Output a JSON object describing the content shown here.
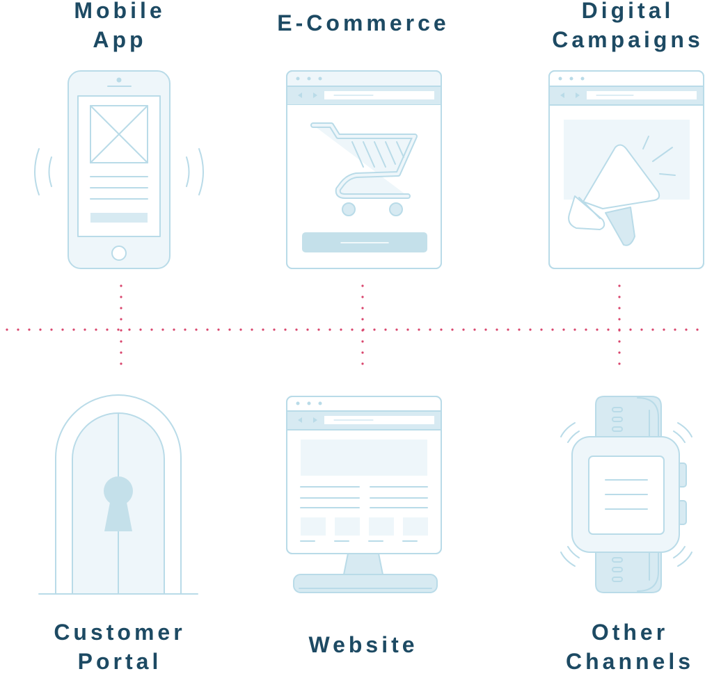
{
  "channels": {
    "mobile_app": {
      "line1": "Mobile",
      "line2": "App"
    },
    "ecommerce": {
      "line1": "E-Commerce"
    },
    "digital_campaigns": {
      "line1": "Digital",
      "line2": "Campaigns"
    },
    "customer_portal": {
      "line1": "Customer",
      "line2": "Portal"
    },
    "website": {
      "line1": "Website"
    },
    "other_channels": {
      "line1": "Other",
      "line2": "Channels"
    }
  },
  "colors": {
    "label_text": "#1d4a63",
    "connector": "#d9456d",
    "icon_stroke": "#b9dbe8",
    "icon_fill": "#eef6fa",
    "icon_fill_dark": "#c4e0ea"
  }
}
